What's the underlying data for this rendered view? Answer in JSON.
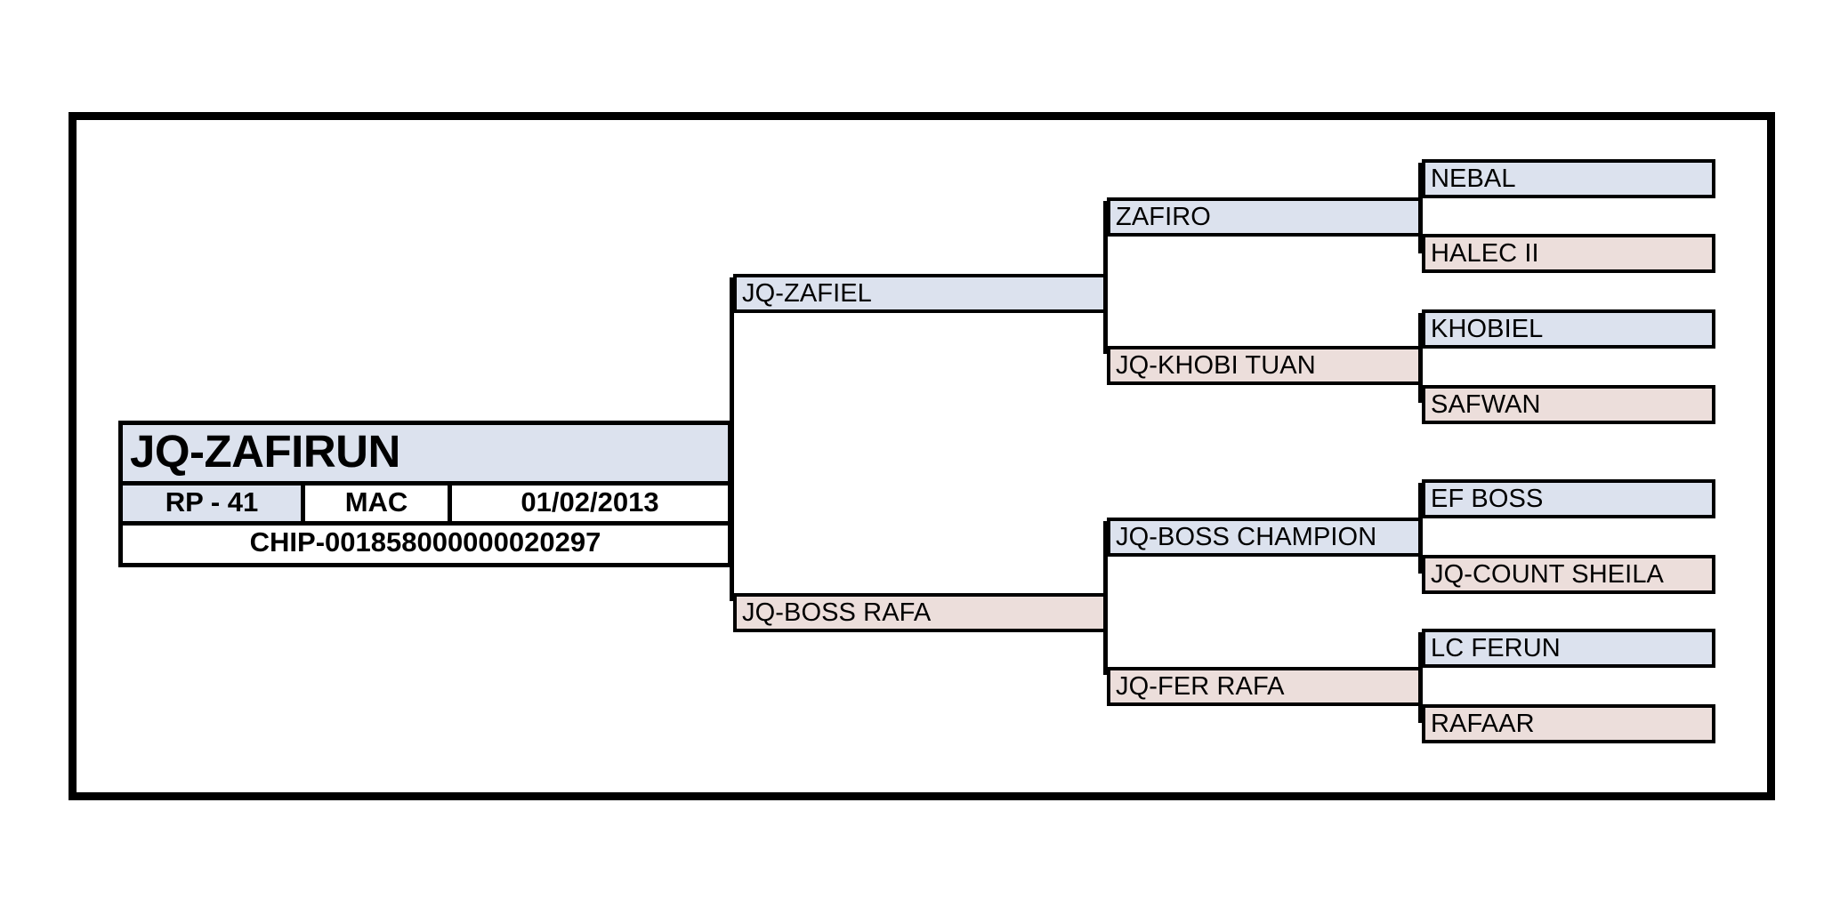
{
  "document": {
    "type": "pedigree-chart",
    "colors": {
      "sire_fill": "#dce2ee",
      "dam_fill": "#ecdedb",
      "line": "#000000",
      "background": "#ffffff"
    }
  },
  "subject": {
    "name": "JQ-ZAFIRUN",
    "registration": "RP - 41",
    "breed": "MAC",
    "birth_date": "01/02/2013",
    "chip": "CHIP-001858000000020297"
  },
  "generation1": {
    "sire": {
      "name": "JQ-ZAFIEL",
      "role": "sire"
    },
    "dam": {
      "name": "JQ-BOSS RAFA",
      "role": "dam"
    }
  },
  "generation2": {
    "sire_sire": {
      "name": "ZAFIRO",
      "role": "sire"
    },
    "sire_dam": {
      "name": "JQ-KHOBI TUAN",
      "role": "dam"
    },
    "dam_sire": {
      "name": "JQ-BOSS CHAMPION",
      "role": "sire"
    },
    "dam_dam": {
      "name": "JQ-FER RAFA",
      "role": "dam"
    }
  },
  "generation3": {
    "n1": {
      "name": "NEBAL",
      "role": "sire"
    },
    "n2": {
      "name": "HALEC II",
      "role": "dam"
    },
    "n3": {
      "name": "KHOBIEL",
      "role": "sire"
    },
    "n4": {
      "name": "SAFWAN",
      "role": "dam"
    },
    "n5": {
      "name": "EF BOSS",
      "role": "sire"
    },
    "n6": {
      "name": "JQ-COUNT SHEILA",
      "role": "dam"
    },
    "n7": {
      "name": "LC FERUN",
      "role": "sire"
    },
    "n8": {
      "name": "RAFAAR",
      "role": "dam"
    }
  }
}
